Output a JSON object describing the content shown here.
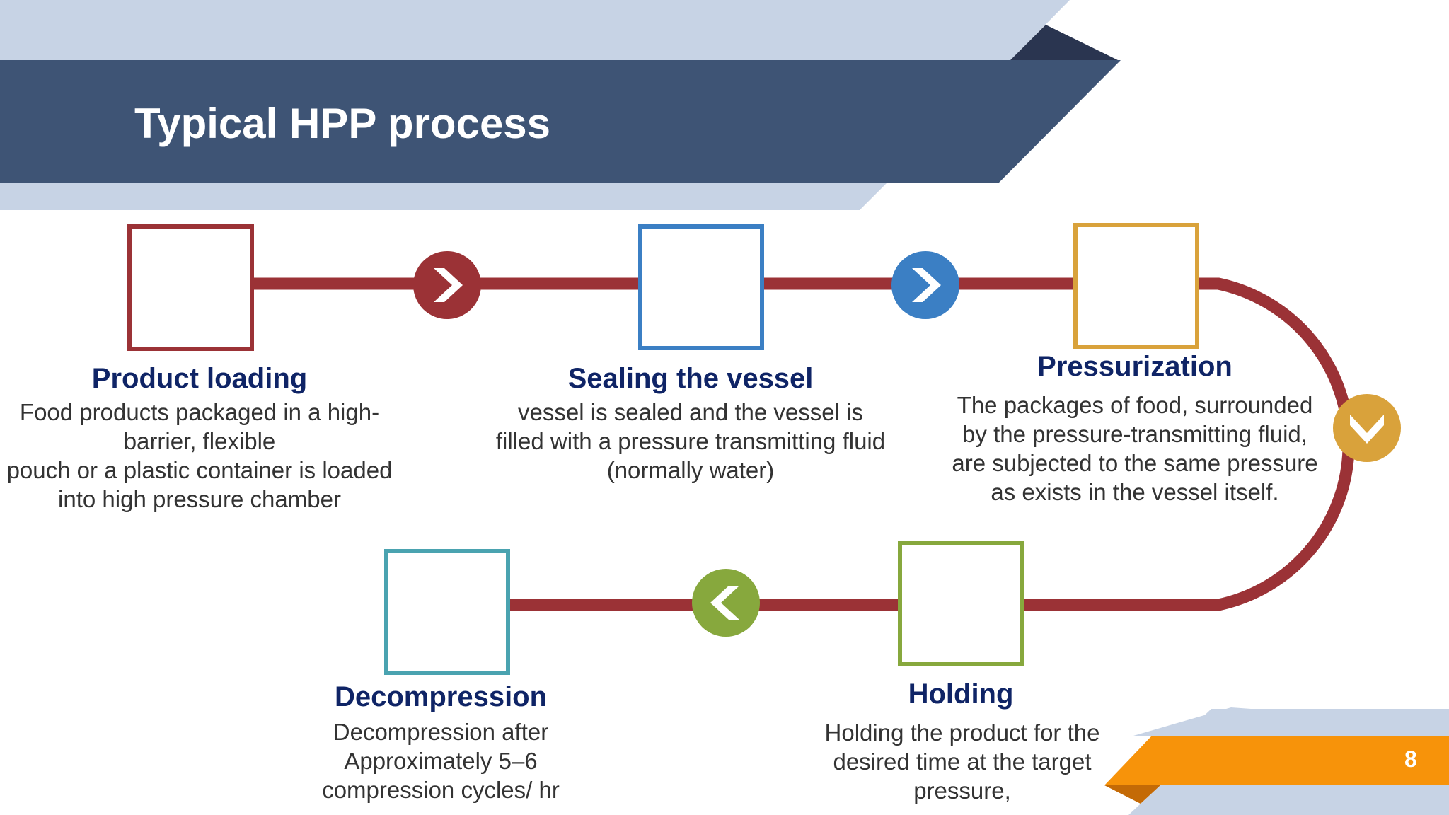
{
  "title": "Typical HPP process",
  "page_number": "8",
  "colors": {
    "banner": "#3e5475",
    "banner_light": "#c7d3e5",
    "connector": "#9b3236",
    "title_text": "#0f2466",
    "accent_orange": "#f7930a"
  },
  "steps": [
    {
      "title": "Product loading",
      "color": "#9b3236",
      "description": [
        "Food products packaged in a high-",
        "barrier, flexible",
        "pouch or a plastic container is loaded",
        "into high pressure chamber"
      ]
    },
    {
      "title": "Sealing the vessel",
      "color": "#3b7fc4",
      "description": [
        "vessel is sealed and the vessel is",
        "filled with a pressure transmitting fluid",
        "(normally water)"
      ]
    },
    {
      "title": "Pressurization",
      "color": "#d9a23b",
      "description": [
        "The packages of food, surrounded",
        "by the pressure-transmitting fluid,",
        "are subjected to the same pressure",
        "as exists in the vessel itself."
      ]
    },
    {
      "title": "Holding",
      "color": "#87a83d",
      "description": [
        "Holding the product for the",
        "desired time at the target",
        "pressure,"
      ]
    },
    {
      "title": "Decompression",
      "color": "#4aa3b0",
      "description": [
        "Decompression after",
        "Approximately 5–6",
        "compression cycles/ hr"
      ]
    }
  ],
  "arrows": [
    {
      "direction": "right",
      "color": "#9b3236"
    },
    {
      "direction": "right",
      "color": "#3b7fc4"
    },
    {
      "direction": "down",
      "color": "#d9a23b"
    },
    {
      "direction": "left",
      "color": "#87a83d"
    }
  ]
}
